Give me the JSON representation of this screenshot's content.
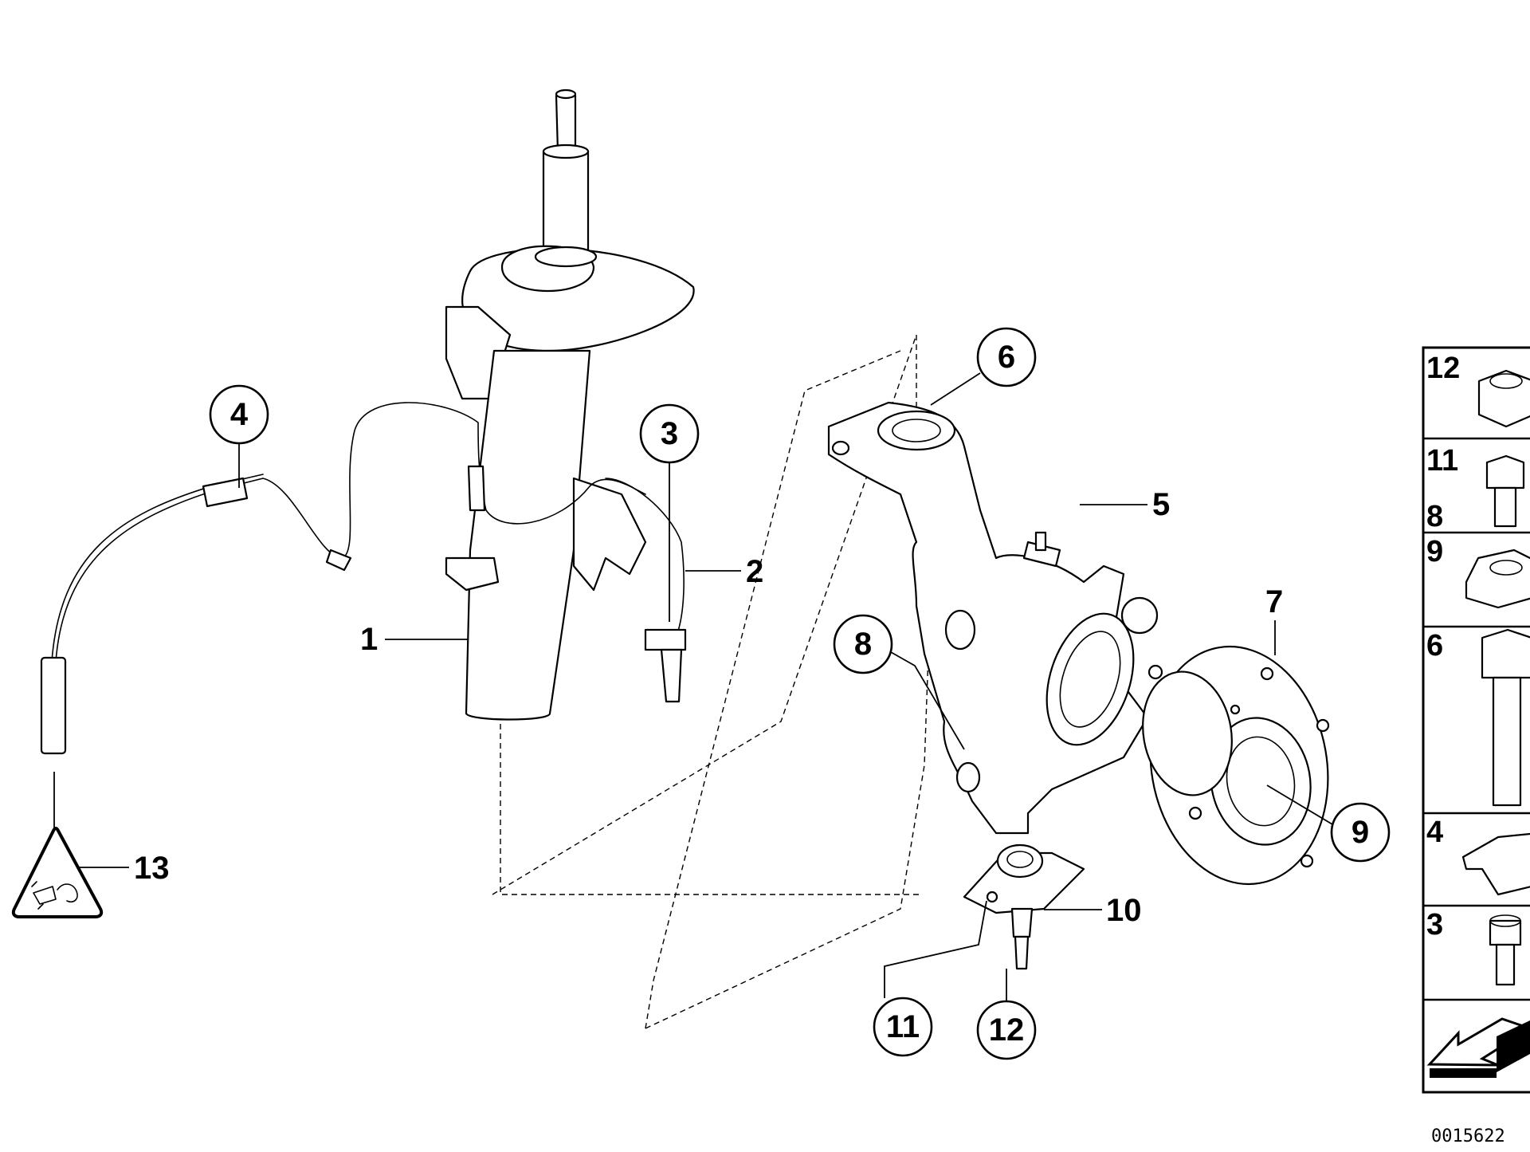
{
  "diagram_id": "0015622",
  "callouts": {
    "c3": "3",
    "c4": "4",
    "c6": "6",
    "c8": "8",
    "c9": "9",
    "c11": "11",
    "c12": "12"
  },
  "leader_labels": {
    "l1": "1",
    "l2": "2",
    "l5": "5",
    "l7": "7",
    "l10": "10",
    "l13": "13"
  },
  "legend": {
    "cells": [
      {
        "nums": [
          "12"
        ]
      },
      {
        "nums": [
          "11",
          "8"
        ]
      },
      {
        "nums": [
          "9"
        ]
      },
      {
        "nums": [
          "6"
        ]
      },
      {
        "nums": [
          "4"
        ]
      },
      {
        "nums": [
          "3"
        ]
      }
    ]
  },
  "icons": {
    "warning": "sensor-warning-triangle-icon",
    "direction": "direction-arrow-icon"
  }
}
